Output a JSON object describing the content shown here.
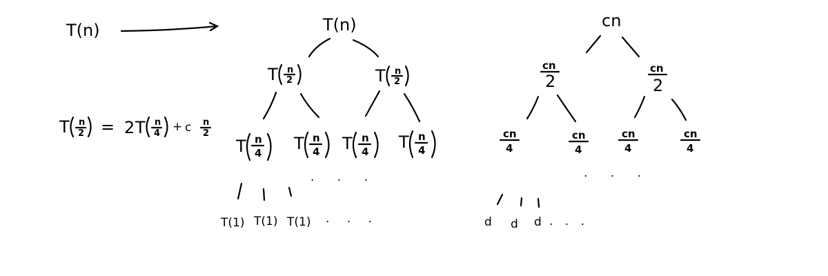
{
  "left": {
    "recurrence_label": "T(n)",
    "sub_equation": {
      "lhs_fn": "T",
      "lhs_num": "n",
      "lhs_den": "2",
      "equals": "=",
      "coef": "2",
      "rhs_fn": "T",
      "rhs_num": "n",
      "rhs_den": "4",
      "plus": "+",
      "c": "c",
      "cn_num": "n",
      "cn_den": "2"
    }
  },
  "middle_tree": {
    "root": "T(n)",
    "level1": [
      {
        "fn": "T",
        "num": "n",
        "den": "2"
      },
      {
        "fn": "T",
        "num": "n",
        "den": "2"
      }
    ],
    "level2": [
      {
        "fn": "T",
        "num": "n",
        "den": "4"
      },
      {
        "fn": "T",
        "num": "n",
        "den": "4"
      },
      {
        "fn": "T",
        "num": "n",
        "den": "4"
      },
      {
        "fn": "T",
        "num": "n",
        "den": "4"
      }
    ],
    "level2_ellipsis": ". . .",
    "leaves": [
      "T(1)",
      "T(1)",
      "T(1)"
    ],
    "leaves_ellipsis": ". . ."
  },
  "right_tree": {
    "root": "cn",
    "level1": [
      {
        "num": "cn",
        "den": "2"
      },
      {
        "num": "cn",
        "den": "2"
      }
    ],
    "level2": [
      {
        "num": "cn",
        "den": "4"
      },
      {
        "num": "cn",
        "den": "4"
      },
      {
        "num": "cn",
        "den": "4"
      },
      {
        "num": "cn",
        "den": "4"
      }
    ],
    "level2_ellipsis": ". . .",
    "leaves": [
      "d",
      "d",
      "d"
    ],
    "leaves_ellipsis": ". . ."
  }
}
